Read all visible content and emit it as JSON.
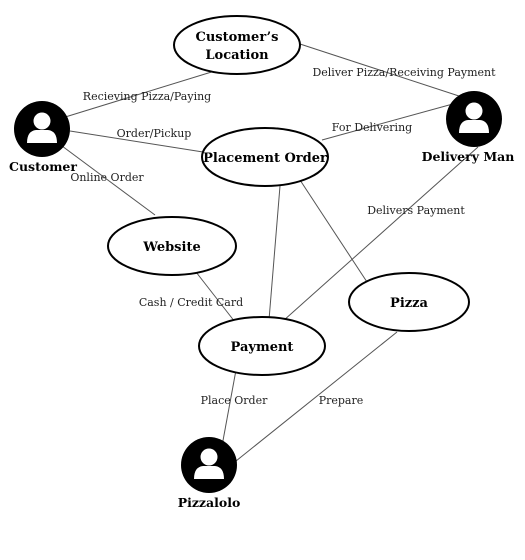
{
  "actors": [
    {
      "id": "customer",
      "label": "Customer",
      "icon": "user-icon"
    },
    {
      "id": "delivery",
      "label": "Delivery Man",
      "icon": "user-icon"
    },
    {
      "id": "pizzalolo",
      "label": "Pizzalolo",
      "icon": "user-icon"
    }
  ],
  "nodes": [
    {
      "id": "location",
      "lines": [
        "Customer’s",
        "Location"
      ]
    },
    {
      "id": "placement",
      "lines": [
        "Placement Order"
      ]
    },
    {
      "id": "website",
      "lines": [
        "Website"
      ]
    },
    {
      "id": "pizza",
      "lines": [
        "Pizza"
      ]
    },
    {
      "id": "payment",
      "lines": [
        "Payment"
      ]
    }
  ],
  "edges": [
    {
      "id": "e1",
      "from": "customer",
      "to": "location",
      "label": "Recieving Pizza/Paying"
    },
    {
      "id": "e2",
      "from": "location",
      "to": "delivery",
      "label": "Deliver Pizza/Receiving Payment"
    },
    {
      "id": "e3",
      "from": "customer",
      "to": "placement",
      "label": "Order/Pickup"
    },
    {
      "id": "e4",
      "from": "placement",
      "to": "delivery",
      "label": "For Delivering"
    },
    {
      "id": "e5",
      "from": "customer",
      "to": "website",
      "label": "Online Order"
    },
    {
      "id": "e6",
      "from": "website",
      "to": "payment",
      "label": "Cash / Credit Card"
    },
    {
      "id": "e7",
      "from": "placement",
      "to": "payment",
      "label": ""
    },
    {
      "id": "e8",
      "from": "placement",
      "to": "pizza",
      "label": ""
    },
    {
      "id": "e9",
      "from": "delivery",
      "to": "payment",
      "label": "Delivers Payment"
    },
    {
      "id": "e10",
      "from": "pizzalolo",
      "to": "payment",
      "label": "Place Order"
    },
    {
      "id": "e11",
      "from": "pizzalolo",
      "to": "pizza",
      "label": "Prepare"
    }
  ]
}
